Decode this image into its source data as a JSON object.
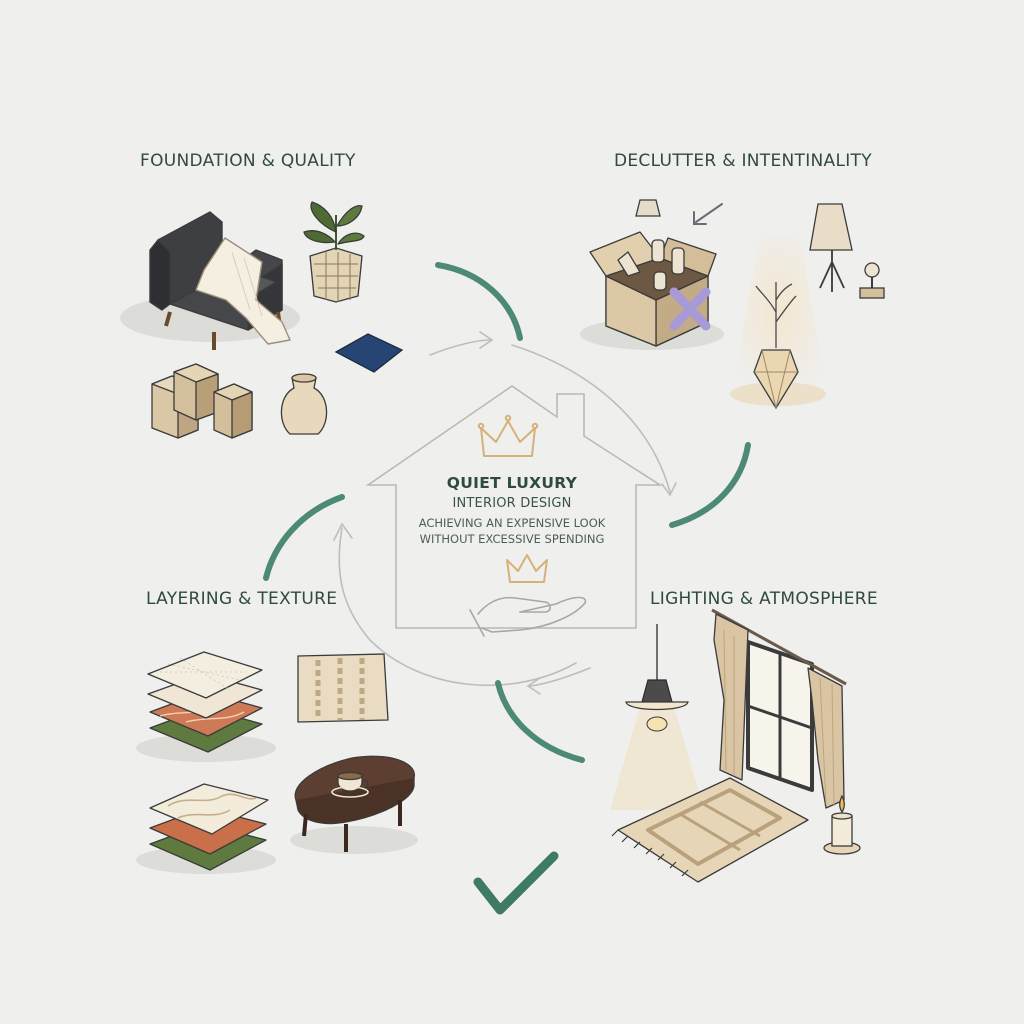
{
  "center": {
    "title": "QUIET LUXURY",
    "subtitle": "INTERIOR DESIGN",
    "tagline_line1": "ACHIEVING AN EXPENSIVE LOOK",
    "tagline_line2": "WITHOUT EXCESSIVE SPENDING",
    "icons": [
      "crown-icon",
      "crown-icon",
      "open-hand-icon"
    ]
  },
  "quadrants": [
    {
      "title": "FOUNDATION & QUALITY",
      "icons": [
        "armchair-with-throw-icon",
        "potted-plant-icon",
        "cushion-icon",
        "wooden-blocks-icon",
        "vase-icon"
      ]
    },
    {
      "title": "DECLUTTER & INTENTINALITY",
      "icons": [
        "storage-box-icon",
        "small-lampshade-icon",
        "arrow-icon",
        "x-mark-icon",
        "floor-lamp-icon",
        "spotlit-vase-icon",
        "desk-lamp-icon"
      ]
    },
    {
      "title": "LAYERING & TEXTURE",
      "icons": [
        "stacked-cushions-icon",
        "knit-pillow-icon",
        "folded-blankets-icon",
        "coffee-table-with-cup-icon"
      ]
    },
    {
      "title": "LIGHTING & ATMOSPHERE",
      "icons": [
        "pendant-lamp-icon",
        "window-with-curtains-icon",
        "rug-icon",
        "candle-icon"
      ]
    }
  ],
  "final_icon": "check-mark-icon",
  "colors": {
    "background": "#efefed",
    "accent_green": "#4c8a76",
    "title_text": "#2f4a3f",
    "line_gray": "#b9b9b6",
    "crown_gold": "#d4b27a",
    "x_mark_lavender": "#a79ad6",
    "check_green": "#3f7b64"
  }
}
